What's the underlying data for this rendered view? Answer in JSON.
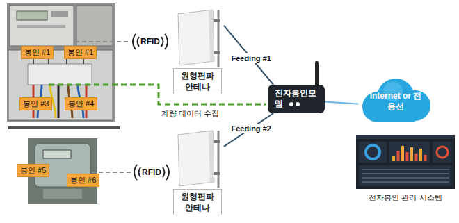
{
  "diagram": {
    "nodes": [
      {
        "text": [
          "봉인 #1"
        ]
      },
      {
        "text": [
          "봉인 #1"
        ]
      },
      {
        "text": [
          "RFID"
        ]
      },
      {
        "text": [
          "원형편파 안테나"
        ]
      },
      {
        "text": [
          "봉인 #3"
        ]
      },
      {
        "text": [
          "봉안 #4"
        ]
      },
      {
        "text": [
          "전자봉인모뎀"
        ]
      },
      {
        "text": [
          "Internet or 전용선"
        ]
      },
      {
        "text": [
          "봉인 #5"
        ]
      },
      {
        "text": [
          "봉인 #6"
        ]
      },
      {
        "text": [
          "RFID"
        ]
      },
      {
        "text": [
          "원형편파 안테나"
        ]
      },
      {
        "text": [
          "전자봉인 관리 시스템"
        ]
      }
    ],
    "edges": [
      {
        "from": 3,
        "to": 6,
        "arrow": "none",
        "label": "Feeding #1"
      },
      {
        "from": 11,
        "to": 6,
        "arrow": "none",
        "label": "Feeding #2"
      },
      {
        "from": 6,
        "to": 7,
        "arrow": "none"
      }
    ],
    "labels": [
      "계량 데이터 수집"
    ]
  }
}
